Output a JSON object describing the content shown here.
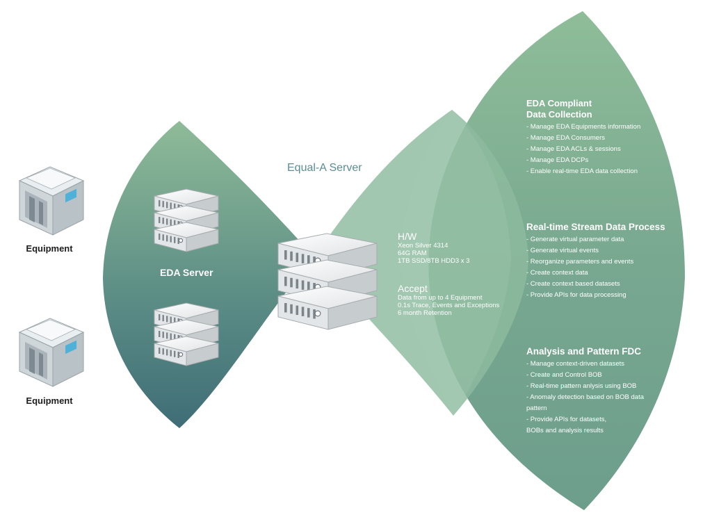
{
  "equipment": [
    {
      "label": "Equipment"
    },
    {
      "label": "Equipment"
    }
  ],
  "eda_server": {
    "label": "EDA Server"
  },
  "equal_a": {
    "label": "Equal-A Server"
  },
  "hw": {
    "title": "H/W",
    "lines": [
      "Xeon Silver 4314",
      "64G RAM",
      "1TB SSD/8TB HDD3 x 3"
    ]
  },
  "accept": {
    "title": "Accept",
    "lines": [
      "Data from up to 4 Equipment",
      "0.1s Trace, Events and Exceptions",
      "6 month Retention"
    ]
  },
  "sections": [
    {
      "title_lines": [
        "EDA Compliant",
        "Data Collection"
      ],
      "items": [
        "- Manage EDA Equipments information",
        "- Manage EDA Consumers",
        "- Manage EDA ACLs & sessions",
        "- Manage EDA DCPs",
        "- Enable real-time EDA data collection"
      ]
    },
    {
      "title_lines": [
        "Real-time Stream Data Process"
      ],
      "items": [
        "- Generate virtual parameter data",
        "- Generate virtual events",
        "- Reorganize parameters and events",
        "- Create context data",
        "- Create context based datasets",
        "- Provide APIs for data processing"
      ]
    },
    {
      "title_lines": [
        "Analysis and Pattern FDC"
      ],
      "items": [
        "- Manage context-driven datasets",
        "- Create and Control BOB",
        "- Real-time pattern anlysis using BOB",
        "- Anomaly detection based on BOB data",
        "pattern",
        "- Provide APIs for datasets,",
        "BOBs and analysis results"
      ]
    }
  ],
  "colors": {
    "green_light": "#8fbb98",
    "green_mid": "#6e9f8d",
    "teal_dark": "#3f6d77",
    "label_teal": "#5a8e94"
  }
}
